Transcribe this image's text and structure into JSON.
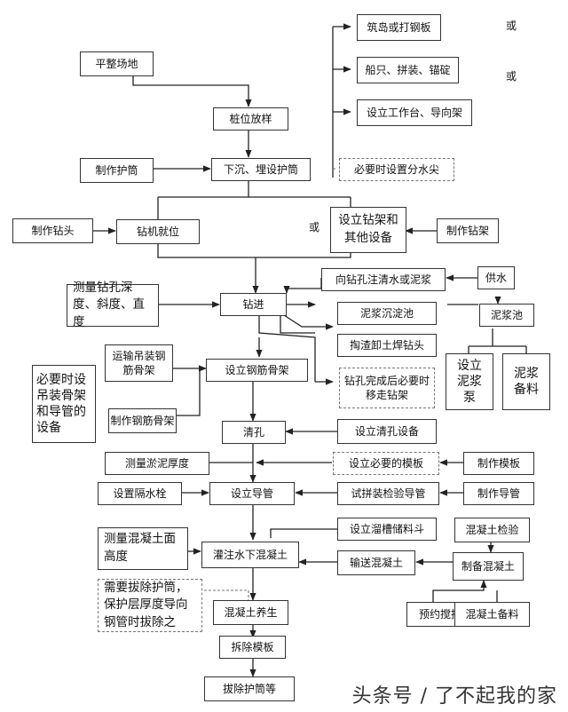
{
  "boxes": {
    "zhudao": "筑岛或打钢板",
    "pingzheng": "平整场地",
    "chuanzhi": "船只、拼装、锚碇",
    "gongzuotai": "设立工作台、导向架",
    "zhuwei": "桩位放样",
    "zhizuohutong": "制作护筒",
    "xiachen": "下沉、埋设护筒",
    "fenshuijian": "必要时设置分水尖",
    "zhizuozuantou": "制作钻头",
    "zuanjijiuwei": "钻机就位",
    "zuanjia": "设立钻架和其他设备",
    "zhizuozuanjia": "制作钻架",
    "qingshui": "向钻孔注清水或泥浆",
    "gongshui": "供水",
    "celiang": "测量钻孔深度、斜度、直度",
    "zuanjin": "钻进",
    "chendianchi": "泥浆沉淀池",
    "nijiangchi": "泥浆池",
    "taozha": "掏渣卸土焊钻头",
    "yunshu": "运输吊装钢筋骨架",
    "bixu": "必要时设吊装骨架和导管的设备",
    "shezhi_gujia": "设立钢筋骨架",
    "yidong": "钻孔完成后必要时移走钻架",
    "nijiangbeng": "设立泥浆泵",
    "nijiangbeiliao": "泥浆备料",
    "zhizuogujia": "制作钢筋骨架",
    "qingkong": "清孔",
    "qingkongshebei": "设立清孔设备",
    "yuni": "测量淤泥厚度",
    "moban": "设立必要的模板",
    "zhizuomoban": "制作模板",
    "geshuishuan": "设置隔水栓",
    "daoguan": "设立导管",
    "shipin": "试拼装检验导管",
    "zhizuodaoguan": "制作导管",
    "liucao": "设立溜槽储料斗",
    "hunningtujianyan": "混凝土检验",
    "celiangmian": "测量混凝土面高度",
    "guanzhu": "灌注水下混凝土",
    "shusong": "输送混凝土",
    "zhibei": "制备混凝土",
    "baochu": "需要拔除护筒，保护层厚度导向钢管时拔除之",
    "yangsheng": "混凝土养生",
    "yuyue": "预约搅拌站",
    "beiliao": "混凝土备料",
    "chaimuban": "拆除模板",
    "bachu": "拔除护筒等"
  },
  "or_labels": [
    "或",
    "或",
    "或"
  ],
  "watermark": "头条号 / 了不起我的家"
}
